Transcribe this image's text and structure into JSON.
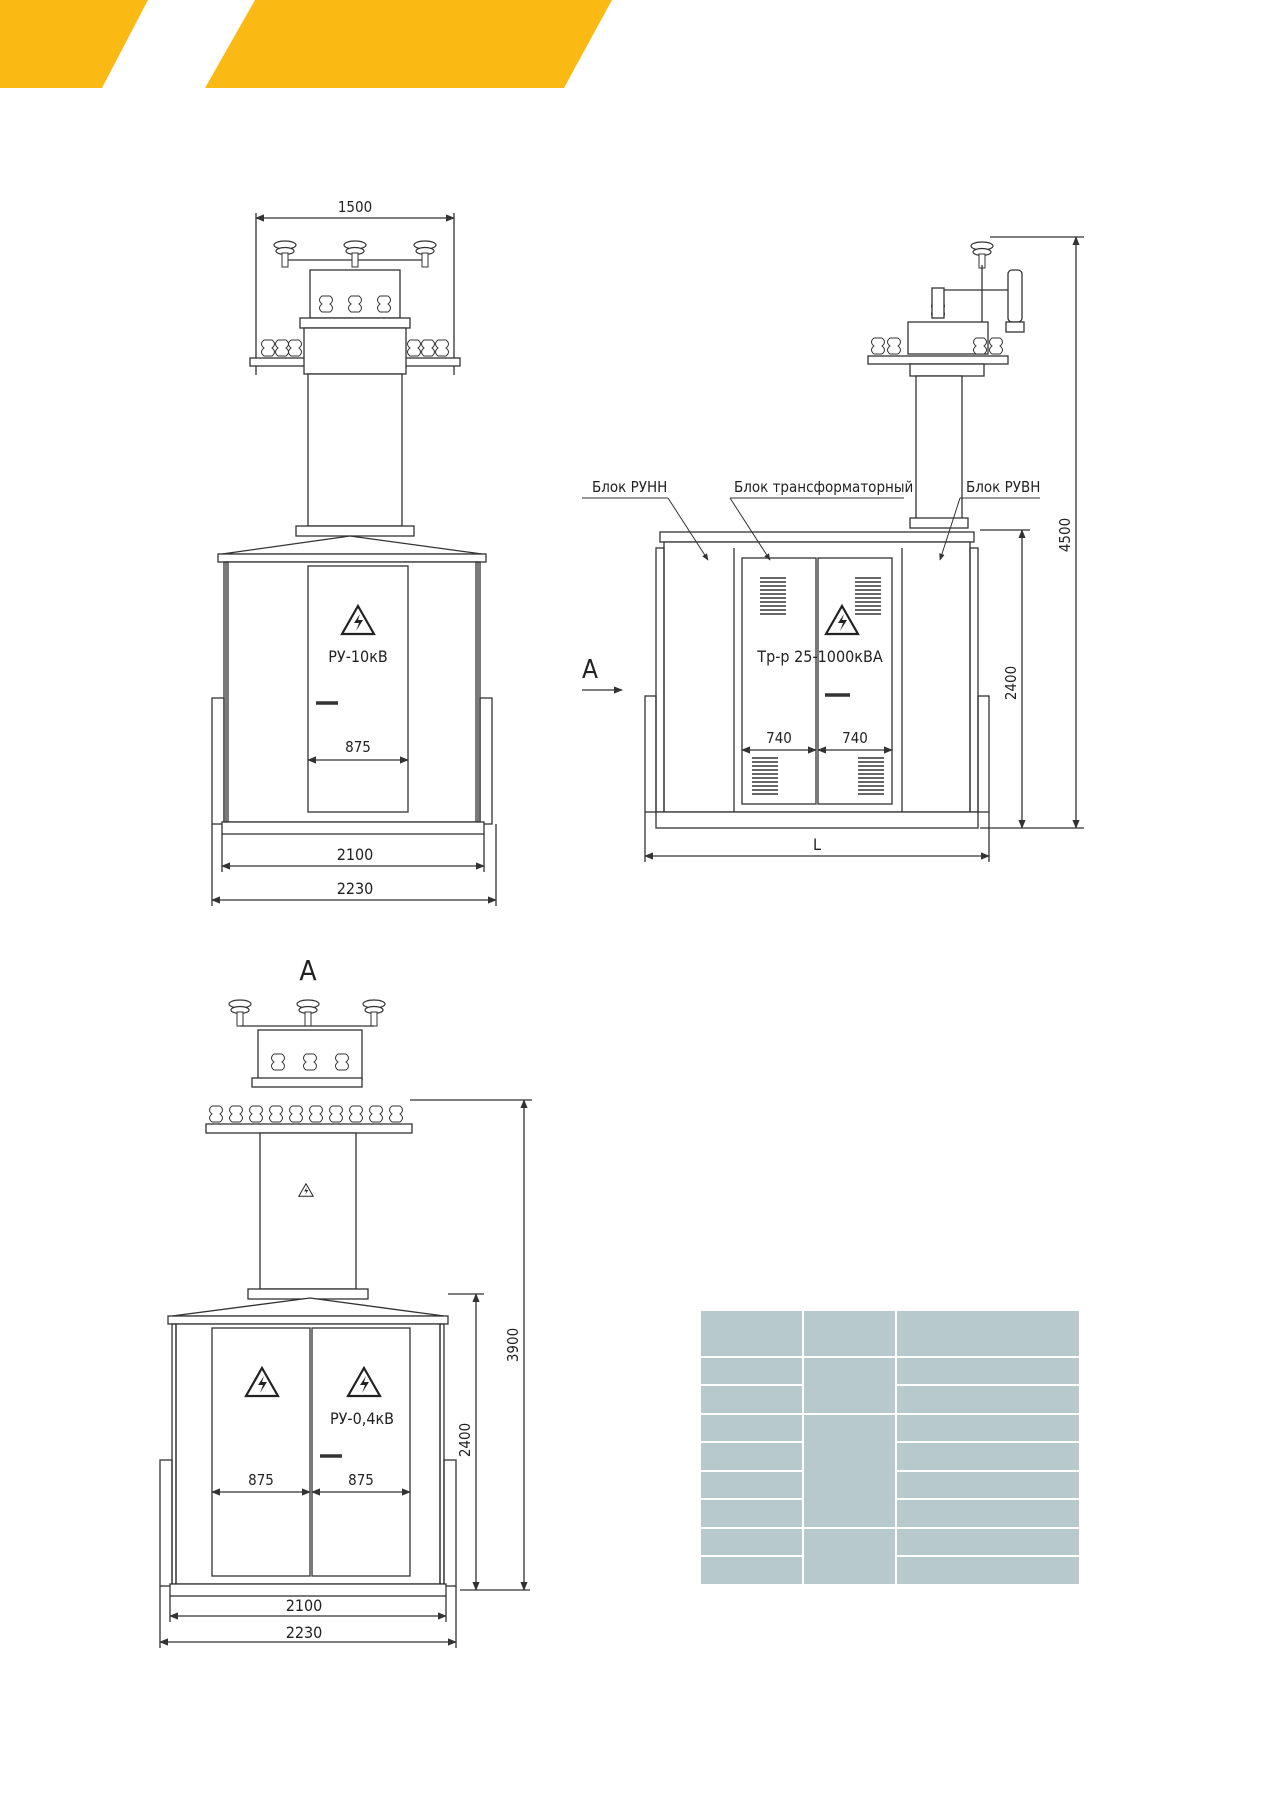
{
  "front_view": {
    "dim_top": "1500",
    "label_panel": "РУ-10кВ",
    "dim_door": "875",
    "dim_base_inner": "2100",
    "dim_base_outer": "2230"
  },
  "side_view": {
    "label_lv_block": "Блок РУНН",
    "label_transformer_block": "Блок трансформаторный",
    "label_hv_block": "Блок РУВН",
    "label_transformer": "Тр-р 25-1000кВА",
    "dim_door_left": "740",
    "dim_door_right": "740",
    "dim_length": "L",
    "dim_body_height": "2400",
    "dim_total_height": "4500",
    "view_arrow": "A"
  },
  "view_a": {
    "title": "A",
    "label_panel": "РУ-0,4кВ",
    "dim_door_left": "875",
    "dim_door_right": "875",
    "dim_base_inner": "2100",
    "dim_base_outer": "2230",
    "dim_body_height": "2400",
    "dim_total_height": "3900"
  },
  "colors": {
    "accent_yellow": "#fbb914",
    "table_fill": "#b7c9cd",
    "line": "#333333"
  }
}
